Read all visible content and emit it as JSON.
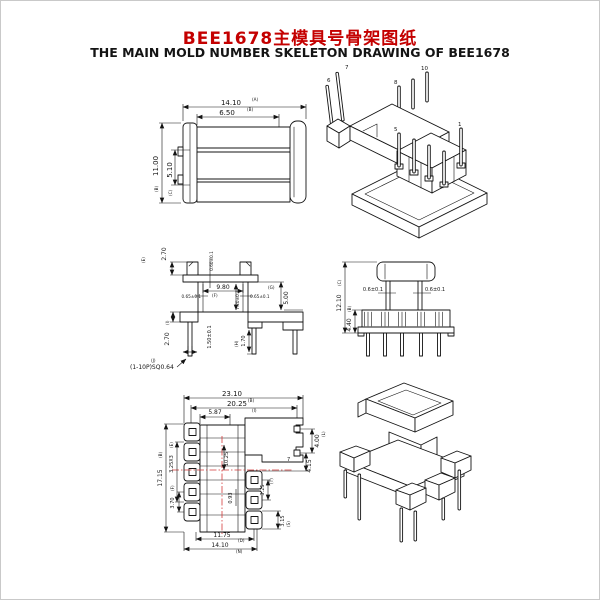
{
  "page": {
    "background": "#ffffff",
    "border_color": "#c9c9c9"
  },
  "title": {
    "line1": "BEE1678主模具号骨架图纸",
    "line1_color": "#c40000",
    "line2": "THE MAIN MOLD NUMBER SKELETON DRAWING OF BEE1678",
    "line2_color": "#141414"
  },
  "drawing": {
    "line_color": "#141414",
    "centerline_color": "#d43a3a"
  },
  "views": {
    "side": {
      "w_total": "14.10",
      "w_total_ref": "(A)",
      "w_inner": "6.50",
      "w_inner_ref": "(B)",
      "h_total": "11.00",
      "h_total_ref": "(B)",
      "h_inner": "5.10",
      "h_inner_ref": "(C)"
    },
    "iso_top": {
      "pins": {
        "p1": "1",
        "p5": "5",
        "p6": "6",
        "p7": "7",
        "p8": "8",
        "p10": "10"
      }
    },
    "section": {
      "tab_h": "2.70",
      "tab_h_ref": "(E)",
      "plate_t": "0.60±0.1",
      "inner_w": "9.80",
      "inner_w_ref": "(F)",
      "wall_l": "0.65±0.1",
      "inner_h": "7.20±0.1",
      "wall_r": "0.65±0.1",
      "body_h": "5.00",
      "body_h_ref": "(G)",
      "wing_h": "2.70",
      "wing_h_ref": "(I)",
      "pin_w": "1.50±0.1",
      "pin_len": "1.70",
      "pin_len_ref": "(H)",
      "pin_note": "(1-10P)SQ0.64",
      "pin_note_ref": "(J)"
    },
    "front": {
      "h_total": "12.10",
      "h_total_ref": "(C)",
      "base_h": "4.40",
      "base_h_ref": "(B)",
      "post_l": "0.6±0.1",
      "post_r": "0.6±0.1"
    },
    "top": {
      "w_total": "23.10",
      "w_total_ref": "(B)",
      "w_pins": "20.25",
      "w_pins_ref": "(I)",
      "w_left": "5.87",
      "h_total": "17.15",
      "h_total_ref": "(B)",
      "pitch_left": "3.25X3",
      "pitch_left_ref": "(E)",
      "pad_left": "3.70",
      "pad_left_ref": "(F)",
      "hole_gap": "4.00",
      "hole_gap_ref": "(L)",
      "step": "4.15",
      "core": "10.25",
      "slot": "0.93",
      "pitch_right": "3.25",
      "pitch_right_ref": "(T)",
      "pad_right": "3.15",
      "pad_right_ref": "(S)",
      "w_pins_bottom": "11.75",
      "w_pins_bottom_ref": "(D)",
      "w_outer_bottom": "14.10",
      "w_outer_bottom_ref": "(N)",
      "pin7_label": "7"
    }
  }
}
